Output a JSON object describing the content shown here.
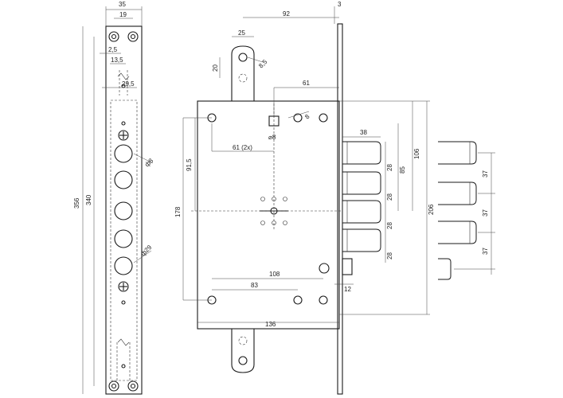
{
  "dims": {
    "front_width": "35",
    "front_inner": "19",
    "d_2_5": "2,5",
    "d_13_5": "13,5",
    "d_29_5": "29,5",
    "d_92": "92",
    "d_3": "3",
    "d_25": "25",
    "d_20": "20",
    "d_8_5": "8,5",
    "d_61": "61",
    "d_8": "8",
    "d_sq8": "⌀8",
    "d_61_2x": "61 (2x)",
    "d_91_5": "91,5",
    "d_178": "178",
    "d_356": "356",
    "d_340": "340",
    "d_phi_a": "ф8",
    "d_phi_b": "ф29",
    "d_38": "38",
    "d_28a": "28",
    "d_28b": "28",
    "d_28c": "28",
    "d_28d": "28",
    "d_85": "85",
    "d_106": "106",
    "d_206": "206",
    "d_37a": "37",
    "d_37b": "37",
    "d_37c": "37",
    "d_108": "108",
    "d_83": "83",
    "d_12": "12",
    "d_136": "136"
  }
}
